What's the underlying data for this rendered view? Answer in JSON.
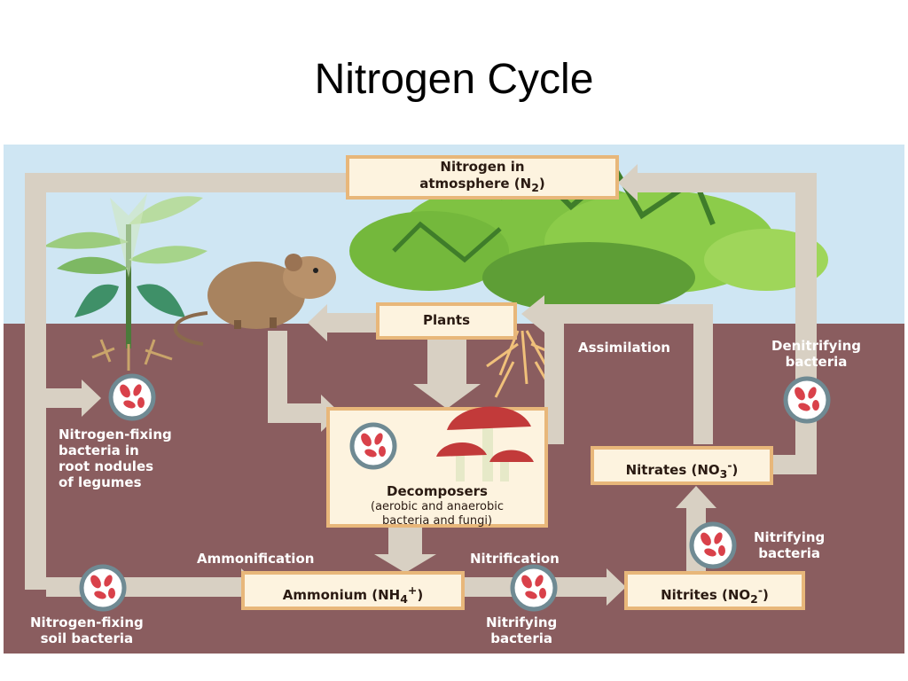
{
  "slide": {
    "title": "Nitrogen Cycle"
  },
  "diagram": {
    "nodes": {
      "atmosphere": {
        "line1": "Nitrogen in",
        "line2_prefix": "atmosphere (N",
        "line2_sub": "2",
        "line2_suffix": ")"
      },
      "plants": {
        "label": "Plants"
      },
      "decomposers": {
        "title": "Decomposers",
        "line1": "(aerobic and anaerobic",
        "line2": "bacteria and fungi)"
      },
      "ammonium": {
        "prefix": "Ammonium (NH",
        "sub": "4",
        "sup": "+",
        "suffix": ")"
      },
      "nitrites": {
        "prefix": "Nitrites (NO",
        "sub": "2",
        "sup": "-",
        "suffix": ")"
      },
      "nitrates": {
        "prefix": "Nitrates (NO",
        "sub": "3",
        "sup": "-",
        "suffix": ")"
      }
    },
    "processes": {
      "assimilation": "Assimilation",
      "ammonification": "Ammonification",
      "nitrification": "Nitrification",
      "denitrifying_1": "Denitrifying",
      "denitrifying_2": "bacteria",
      "nitrifying_right_1": "Nitrifying",
      "nitrifying_right_2": "bacteria",
      "nitrifying_bottom_1": "Nitrifying",
      "nitrifying_bottom_2": "bacteria",
      "fixing_nodules_1": "Nitrogen-fixing",
      "fixing_nodules_2": "bacteria in",
      "fixing_nodules_3": "root nodules",
      "fixing_nodules_4": "of legumes",
      "fixing_soil_1": "Nitrogen-fixing",
      "fixing_soil_2": "soil bacteria"
    },
    "colors": {
      "sky": "#cfe6f3",
      "soil": "#8a5d5f",
      "arrow": "#d8d0c3",
      "box_fill": "#fdf3df",
      "box_border": "#e8b77a",
      "bacteria": "#d9414a"
    }
  }
}
